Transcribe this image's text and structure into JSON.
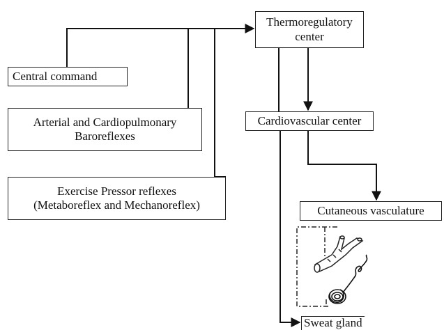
{
  "boxes": {
    "central_command": "Central command",
    "baroreflexes": {
      "line1": "Arterial and Cardiopulmonary",
      "line2": "Baroreflexes"
    },
    "exercise_pressor": {
      "line1": "Exercise Pressor reflexes",
      "line2": "(Metaboreflex and Mechanoreflex)"
    },
    "thermoregulatory": {
      "line1": "Thermoregulatory",
      "line2": "center"
    },
    "cardiovascular": "Cardiovascular center",
    "cutaneous": "Cutaneous vasculature",
    "sweat_gland": "Sweat gland"
  },
  "colors": {
    "line": "#111111",
    "box_border": "#222222"
  },
  "icons": [
    "blood-vessel-icon",
    "sweat-gland-icon"
  ]
}
